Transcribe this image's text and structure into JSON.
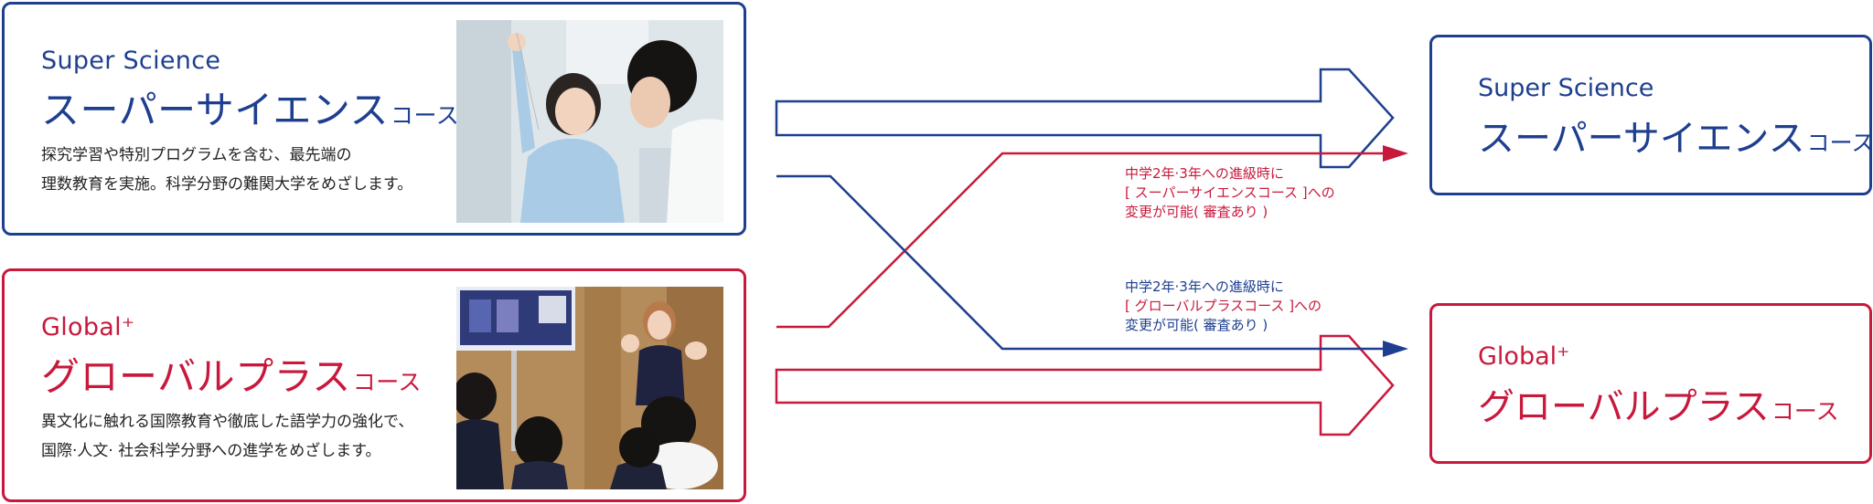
{
  "source_courses": {
    "super_science": {
      "title_en": "Super Science",
      "title_jp": "スーパーサイエンス",
      "title_suffix": "コース",
      "desc_line1": "探究学習や特別プログラムを含む、最先端の",
      "desc_line2": "理数教育を実施。科学分野の難関大学をめざします。"
    },
    "global_plus": {
      "title_en": "Global⁺",
      "title_jp": "グローバルプラス",
      "title_suffix": "コース",
      "desc_line1": "異文化に触れる国際教育や徹底した語学力の強化で、",
      "desc_line2": "国際·人文· 社会科学分野への進学をめざします。"
    }
  },
  "destination_courses": {
    "super_science": {
      "title_en": "Super Science",
      "title_jp": "スーパーサイエンス",
      "title_suffix": "コース"
    },
    "global_plus": {
      "title_en": "Global⁺",
      "title_jp": "グローバルプラス",
      "title_suffix": "コース"
    }
  },
  "notes": {
    "to_super_science": {
      "line1": "中学2年·3年への進級時に",
      "line2": "[ スーパーサイエンスコース ]への",
      "line3": "変更が可能( 審査あり )"
    },
    "to_global_plus": {
      "line1": "中学2年·3年への進級時に",
      "line2": "[ グローバルプラスコース ]への",
      "line3": "変更が可能( 審査あり )"
    }
  },
  "colors": {
    "blue": "#1e3f8f",
    "red": "#c8193c"
  },
  "photos": {
    "super_science": "photo-students-science-experiment",
    "global_plus": "photo-classroom-english-teacher"
  }
}
